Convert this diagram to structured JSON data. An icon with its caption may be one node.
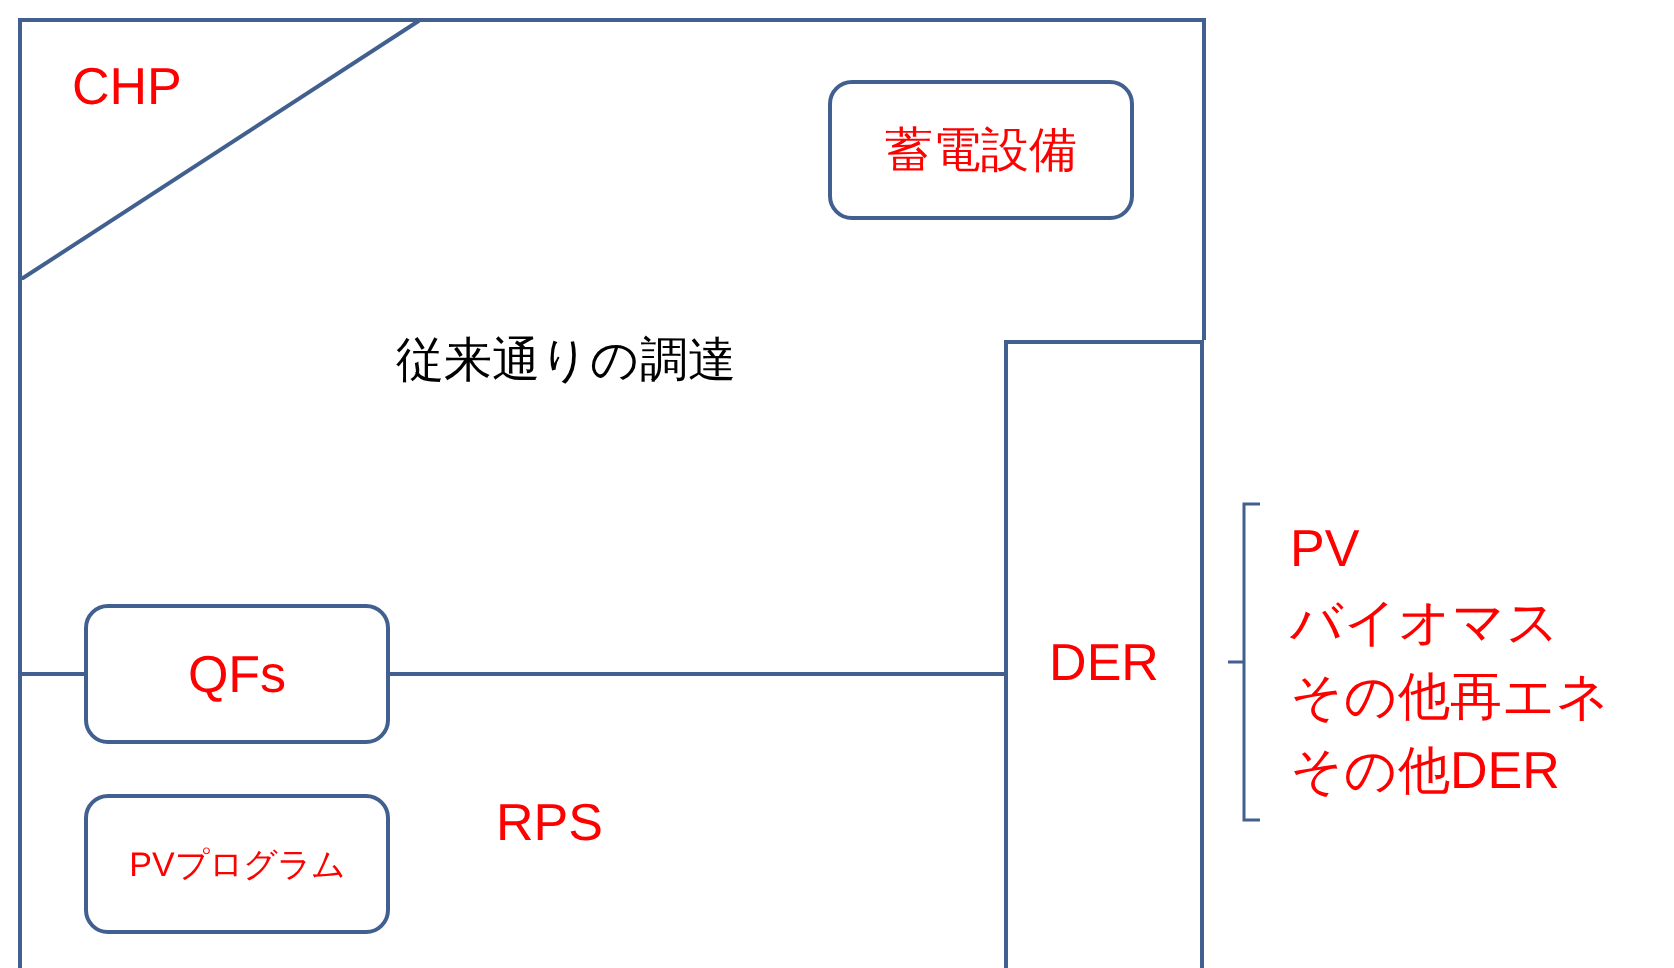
{
  "diagram": {
    "nodes": [
      {
        "text": [
          "CHP"
        ]
      },
      {
        "text": [
          "蓄電設備"
        ]
      },
      {
        "text": [
          "QFs"
        ]
      },
      {
        "text": [
          "PVプログラム"
        ]
      },
      {
        "text": [
          "DER"
        ]
      },
      {
        "text": [
          "PV",
          "バイオマス",
          "その他再エネ",
          "その他DER"
        ]
      }
    ],
    "labels": [
      "従来通りの調達",
      "RPS"
    ]
  }
}
